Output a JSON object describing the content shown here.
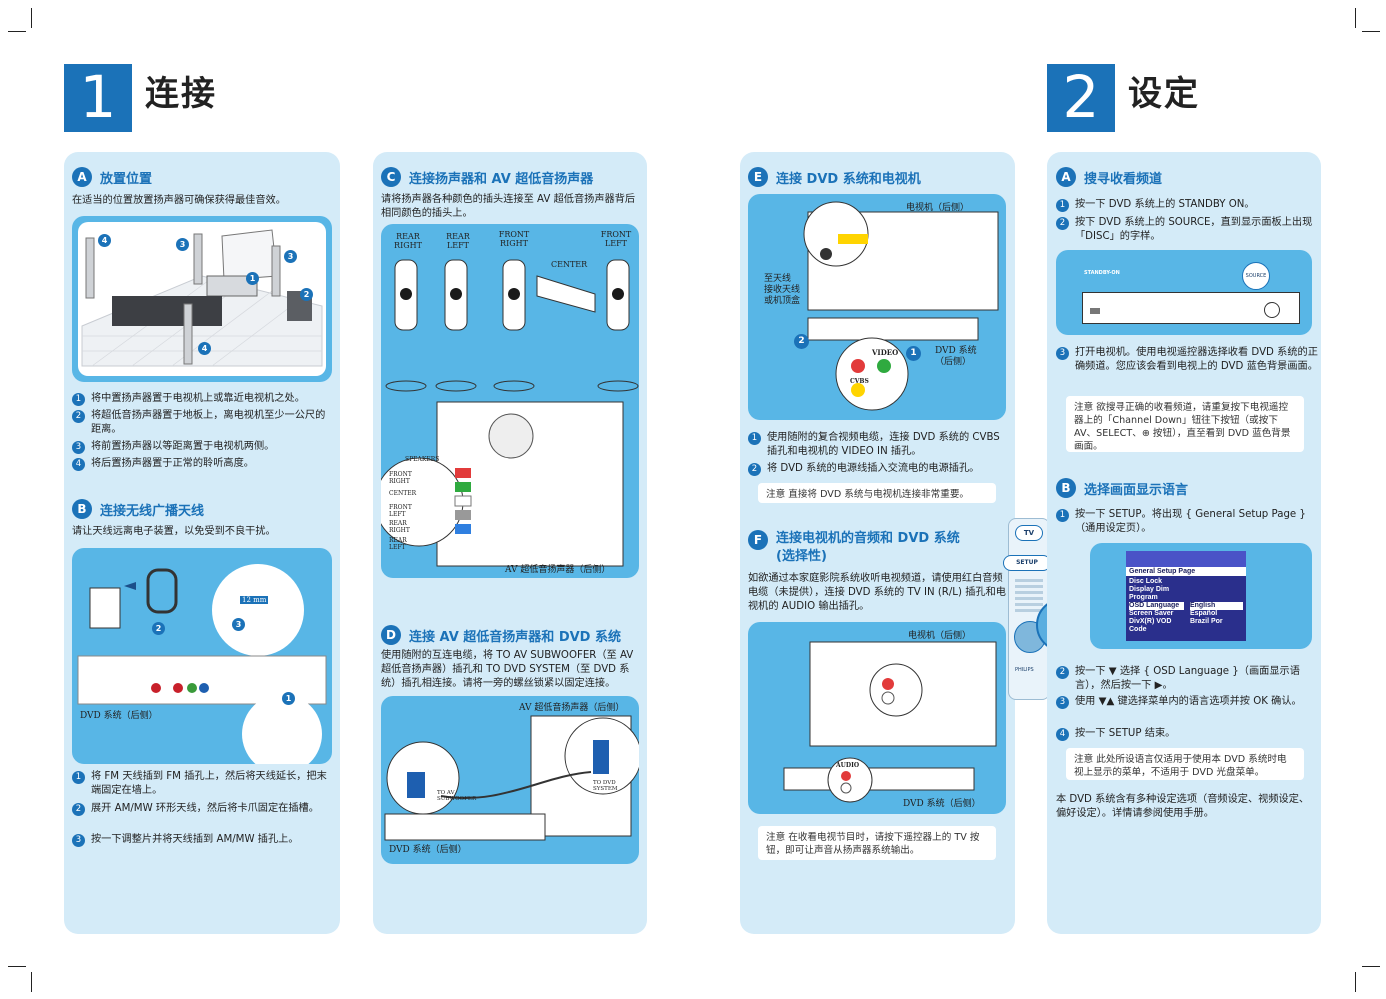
{
  "sections": {
    "connect": {
      "number": "1",
      "title": "连接"
    },
    "setup": {
      "number": "2",
      "title": "设定"
    }
  },
  "colA": {
    "title": "放置位置",
    "badge": "A",
    "intro": "在适当的位置放置扬声器可确保获得最佳音效。",
    "steps": [
      "将中置扬声器置于电视机上或靠近电视机之处。",
      "将超低音扬声器置于地板上，离电视机至少一公尺的距离。",
      "将前置扬声器以等距离置于电视机两侧。",
      "将后置扬声器置于正常的聆听高度。"
    ],
    "markers": [
      "1",
      "2",
      "3",
      "4"
    ]
  },
  "colB": {
    "title": "连接无线广播天线",
    "badge": "B",
    "intro": "请让天线远离电子装置，以免受到不良干扰。",
    "dvd_label": "DVD 系统（后侧）",
    "size_label": "12 mm",
    "steps": [
      "将 FM 天线插到 FM 插孔上，然后将天线延长，把末端固定在墙上。",
      "展开 AM/MW 环形天线，然后将卡爪固定在插槽。",
      "按一下调整片并将天线插到 AM/MW 插孔上。"
    ]
  },
  "colC": {
    "title": "连接扬声器和 AV 超低音扬声器",
    "badge": "C",
    "intro": "请将扬声器各种颜色的插头连接至 AV 超低音扬声器背后相同颜色的插头上。",
    "speakers": [
      "REAR RIGHT",
      "REAR LEFT",
      "FRONT RIGHT",
      "FRONT LEFT"
    ],
    "center": "CENTER",
    "panel_title": "SPEAKERS",
    "panel_rows": [
      "FRONT RIGHT",
      "CENTER",
      "FRONT LEFT",
      "REAR RIGHT",
      "REAR LEFT"
    ],
    "sub_label": "AV 超低音扬声器（后侧）"
  },
  "colD": {
    "title": "连接 AV 超低音扬声器和 DVD 系统",
    "badge": "D",
    "intro": "使用随附的互连电缆，将 TO AV SUBWOOFER（至 AV 超低音扬声器）插孔和 TO DVD SYSTEM（至 DVD 系统）插孔相连接。请将一旁的螺丝锁紧以固定连接。",
    "sub_label": "AV 超低音扬声器（后侧）",
    "dvd_label": "DVD 系统（后侧）",
    "to_sub": "TO AV SUBWOOFER",
    "to_dvd": "TO DVD SYSTEM"
  },
  "colE": {
    "title": "连接 DVD 系统和电视机",
    "badge": "E",
    "tv_label": "电视机（后侧）",
    "antenna_label": "至天线\n接收天线\n或机顶盒",
    "dvd_label": "DVD 系统\n（后侧）",
    "video_label": "VIDEO",
    "cvbs_label": "CVBS",
    "steps": [
      "使用随附的复合视频电缆，连接 DVD 系统的 CVBS 插孔和电视机的 VIDEO IN 插孔。",
      "将 DVD 系统的电源线插入交流电的电源插孔。"
    ],
    "note": "注意   直接将 DVD 系统与电视机连接非常重要。"
  },
  "colF": {
    "title": "连接电视机的音频和 DVD 系统",
    "subtitle": "(选择性)",
    "badge": "F",
    "intro": "如欲通过本家庭影院系统收听电视频道，请使用红白音频电缆（未提供），连接 DVD 系统的 TV IN (R/L) 插孔和电视机的 AUDIO 输出插孔。",
    "tv_label": "电视机（后侧）",
    "dvd_label": "DVD 系统（后侧）",
    "audio_label": "AUDIO",
    "note": "注意   在收看电视节目时，请按下遥控器上的 TV 按钮，即可让声音从扬声器系统输出。"
  },
  "colG": {
    "title": "搜寻收看频道",
    "badge": "A",
    "steps": [
      "按一下 DVD 系统上的 STANDBY ON。",
      "按下 DVD 系统上的 SOURCE，直到显示面板上出现「DISC」的字样。",
      "打开电视机。使用电视遥控器选择收看 DVD 系统的正确频道。您应该会看到电视上的 DVD 蓝色背景画面。"
    ],
    "standby_label": "STANDBY-ON",
    "source_label": "SOURCE",
    "note": "注意   欲搜寻正确的收看频道，请重复按下电视遥控器上的「Channel Down」钮往下按钮（或按下 AV、SELECT、⊕ 按钮），直至看到 DVD 蓝色背景画面。"
  },
  "colH": {
    "title": "选择画面显示语言",
    "badge": "B",
    "steps": [
      "按一下 SETUP。将出现 { General Setup Page }（通用设定页）。",
      "按一下 ▼ 选择 { OSD Language }（画面显示语言），然后按一下 ▶。",
      "使用 ▼▲ 键选择菜单内的语言选项并按 OK 确认。",
      "按一下 SETUP 结束。"
    ],
    "menu_title": "General Setup Page",
    "menu_items": [
      "Disc Lock",
      "Display Dim",
      "Program",
      "OSD Language",
      "Screen Saver",
      "DivX(R) VOD Code"
    ],
    "menu_values": [
      "English",
      "Español",
      "Brazil Por"
    ],
    "tv_key": "TV",
    "setup_key": "SETUP",
    "brand": "PHILIPS",
    "note": "注意   此处所设语言仅适用于使用本 DVD 系统时电视上显示的菜单，不适用于 DVD 光盘菜单。",
    "footer": "本 DVD 系统含有多种设定选项（音频设定、视频设定、偏好设定）。详情请参阅使用手册。"
  }
}
